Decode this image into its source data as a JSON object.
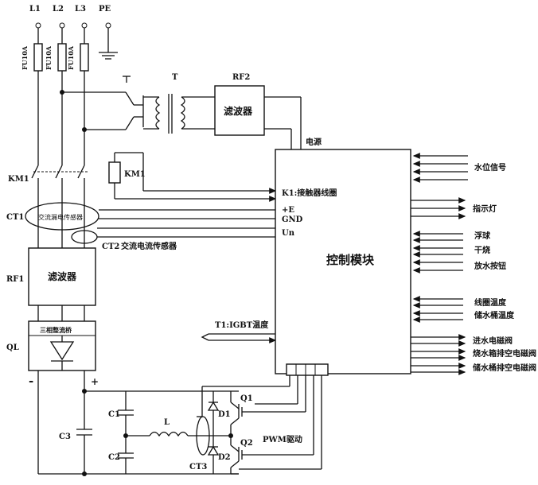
{
  "labels": {
    "L1": "L1",
    "L2": "L2",
    "L3": "L3",
    "PE": "PE",
    "fuse": "FU10A",
    "T": "T",
    "RF2": "RF2",
    "filter": "滤波器",
    "power": "电源",
    "KM1": "KM1",
    "CT1": "CT1",
    "ct1_sensor": "交流漏电传感器",
    "CT2": "CT2",
    "ct2_sensor": "交流电流传感器",
    "RF1": "RF1",
    "rectifier": "三相整流桥",
    "QL": "QL",
    "T1": "T1:IGBT温度",
    "minus": "-",
    "plus": "+",
    "C1": "C1",
    "C2": "C2",
    "C3": "C3",
    "L": "L",
    "CT3": "CT3",
    "D1": "D1",
    "D2": "D2",
    "Q1": "Q1",
    "Q2": "Q2",
    "pwm": "PWM驱动",
    "control_module": "控制模块",
    "k1": "K1:接触器线圈",
    "plus_e": "+E",
    "gnd": "GND",
    "un": "Un",
    "water_level": "水位信号",
    "indicator": "指示灯",
    "float_ball": "浮球",
    "dry_burn": "干烧",
    "drain_button": "放水按钮",
    "coil_temp": "线圈温度",
    "tank_temp": "储水桶温度",
    "inlet_valve": "进水电磁阀",
    "boil_valve": "烧水箱排空电磁阀",
    "store_valve": "储水桶排空电磁阀"
  }
}
